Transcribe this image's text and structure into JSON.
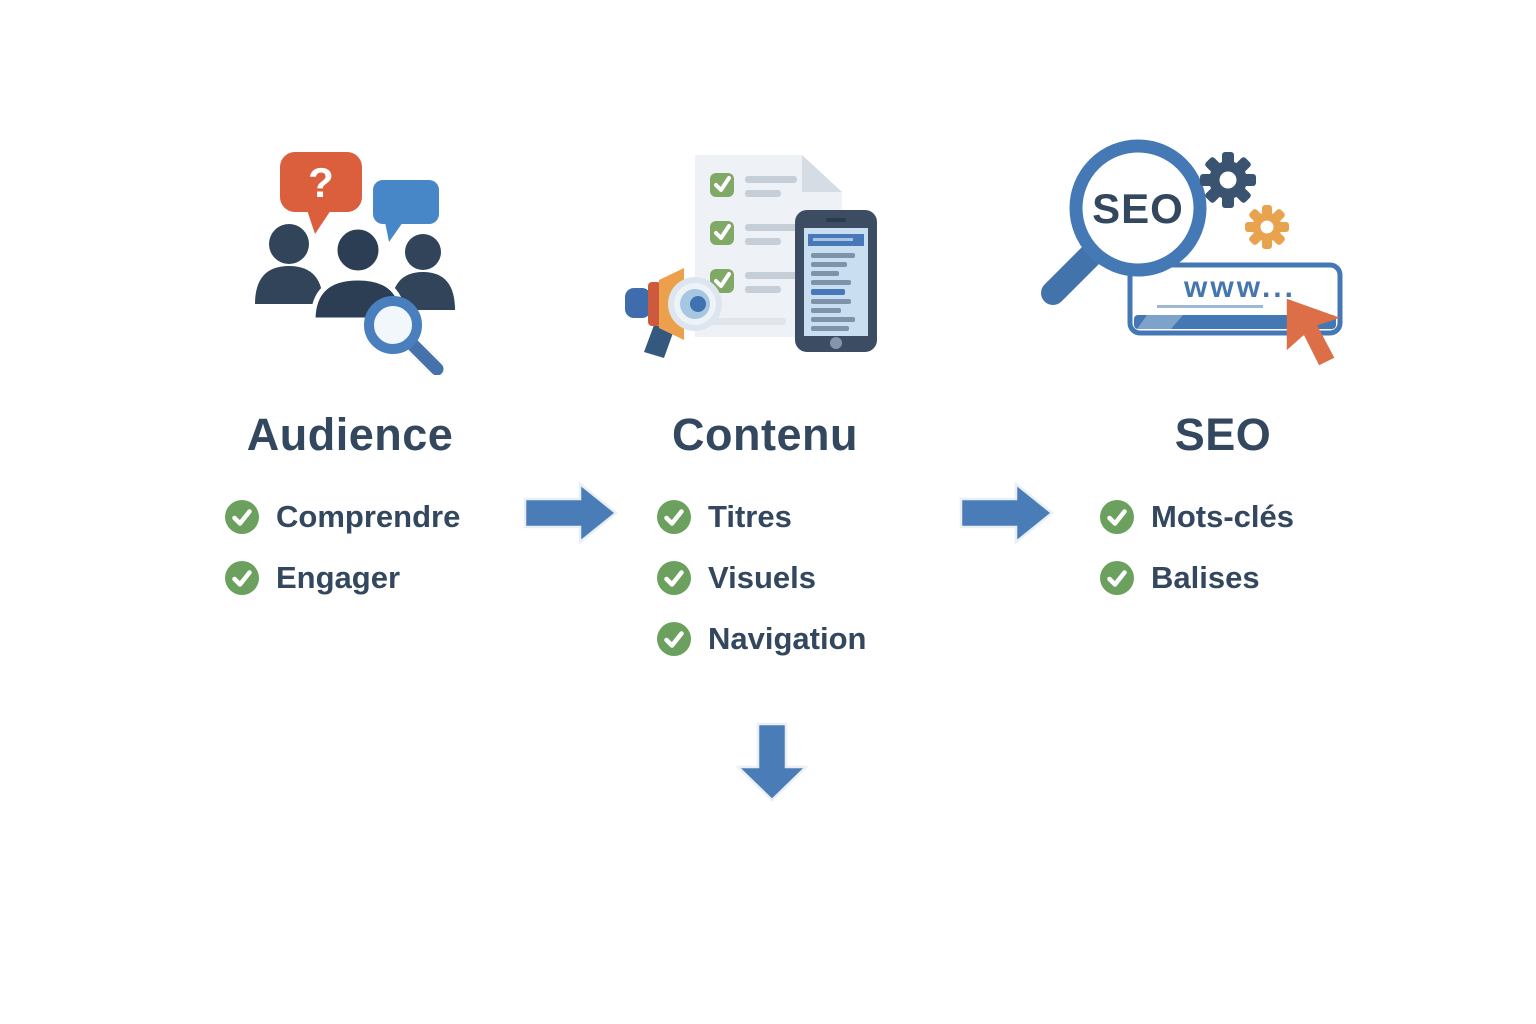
{
  "columns": [
    {
      "title": "Audience",
      "icon": "audience-people-icon",
      "items": [
        "Comprendre",
        "Engager"
      ]
    },
    {
      "title": "Contenu",
      "icon": "content-checklist-icon",
      "items": [
        "Titres",
        "Visuels",
        "Navigation"
      ]
    },
    {
      "title": "SEO",
      "icon": "seo-search-icon",
      "items": [
        "Mots-clés",
        "Balises"
      ]
    }
  ],
  "icon_text": {
    "question_bubble": "?",
    "seo_magnifier": "SEO",
    "url_bar": "www..."
  },
  "colors": {
    "background": "#ffffff",
    "text_navy": "#33475f",
    "check_green": "#6ba05e",
    "arrow_blue": "#4a7cb8",
    "bubble_red": "#dc5f3d",
    "bubble_blue": "#4787c7",
    "silhouette_navy": "#2e4156",
    "megaphone_orange": "#eca04b",
    "gear_navy": "#3a5370",
    "gear_orange": "#e9a24e",
    "cursor_orange": "#dc6f47",
    "doc_gray": "#eef1f5",
    "phone_navy": "#3c4d63",
    "screen_blue": "#c9def0"
  }
}
